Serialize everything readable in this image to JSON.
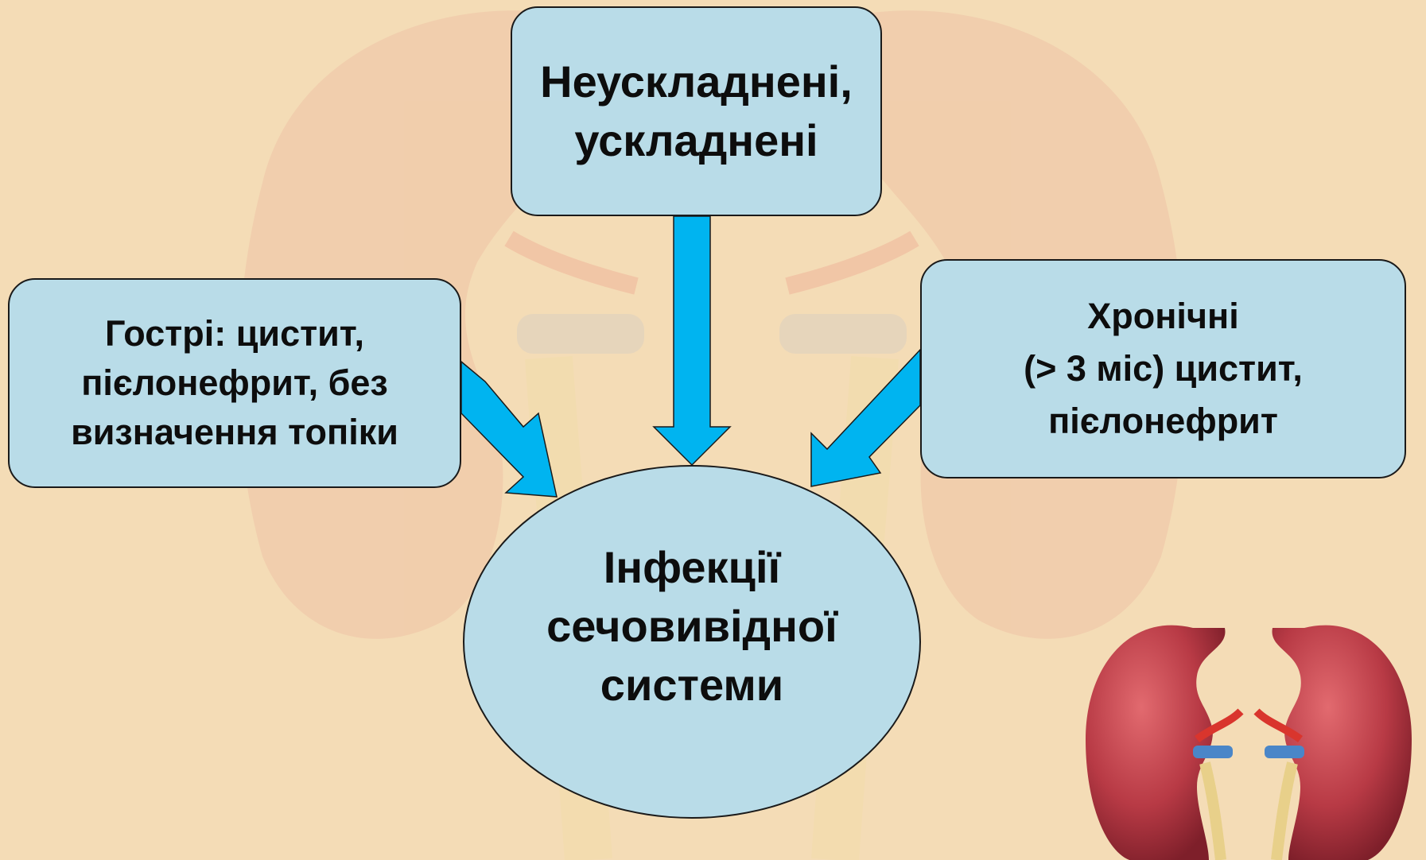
{
  "boxes": {
    "top": "Неускладнені,\nускладнені",
    "left": "Гострі: цистит,\nпієлонефрит, без\nвизначення топіки",
    "right": "Хронічні\n(> 3 міс) цистит,\nпієлонефрит"
  },
  "center": "Інфекції\nсечовивідної\nсистеми",
  "colors": {
    "background": "#f4dcb6",
    "box_fill": "#b9dce8",
    "arrow": "#00b4f0",
    "kidney": "#b83a45"
  },
  "icons": [
    "kidneys-watermark-icon",
    "kidneys-illustration-icon"
  ]
}
